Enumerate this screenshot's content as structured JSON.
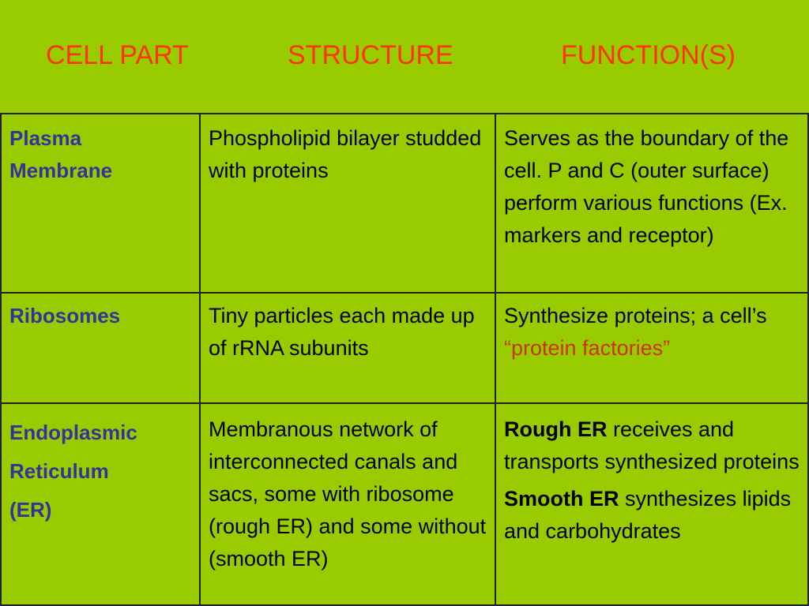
{
  "header": {
    "cell_part": "CELL PART",
    "structure": "STRUCTURE",
    "functions": "FUNCTION(S)"
  },
  "rows": [
    {
      "part_lines": [
        "Plasma",
        "Membrane"
      ],
      "structure": "Phospholipid bilayer studded with proteins",
      "function": "Serves as the boundary of the cell. P and C (outer surface) perform various functions (Ex. markers and receptor)"
    },
    {
      "part_lines": [
        "Ribosomes"
      ],
      "structure": "Tiny particles each made up of rRNA subunits",
      "function_prefix": "Synthesize proteins; a cell’s ",
      "function_highlight": "“protein factories”"
    },
    {
      "part_lines": [
        "Endoplasmic",
        "Reticulum",
        "(ER)"
      ],
      "structure": "Membranous network of interconnected canals and sacs, some with ribosome (rough ER) and some without (smooth ER)",
      "function_items": [
        {
          "bold": "Rough ER",
          "text": " receives and transports synthesized proteins"
        },
        {
          "bold": "Smooth ER",
          "text": " synthesizes lipids and carbohydrates"
        }
      ]
    }
  ],
  "colors": {
    "background": "#99cc00",
    "header_text": "#ff3300",
    "part_text": "#333399",
    "highlight_text": "#cc3300",
    "border": "#222222"
  }
}
